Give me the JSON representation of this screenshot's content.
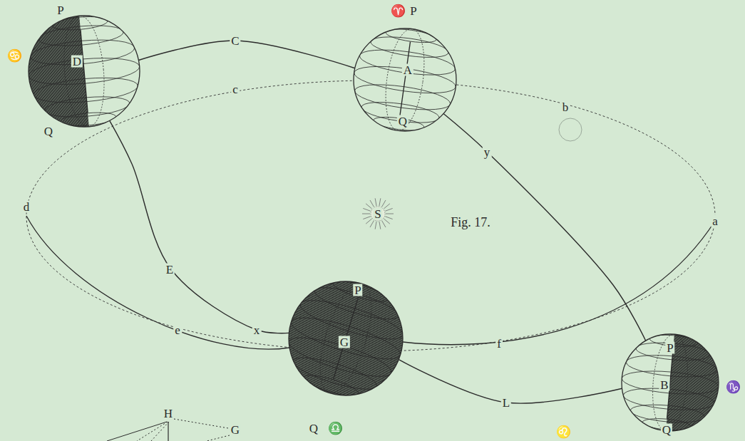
{
  "diagram": {
    "caption": "Fig. 17.",
    "nodes": [
      {
        "text": [
          "P",
          "♋",
          "D",
          "Q"
        ]
      },
      {
        "text": [
          "♈",
          "P",
          "A",
          "Q"
        ]
      },
      {
        "text": [
          "S"
        ]
      },
      {
        "text": [
          "P",
          "G",
          "Q",
          "♎"
        ]
      },
      {
        "text": [
          "P",
          "B",
          "♑",
          "Q"
        ]
      }
    ],
    "edges": [
      {
        "from": 0,
        "to": 1,
        "arrow": "none",
        "label": "C"
      },
      {
        "from": 1,
        "to": 4,
        "arrow": "none",
        "label": "y"
      },
      {
        "from": 3,
        "to": 4,
        "arrow": "none",
        "label": "L"
      },
      {
        "from": 3,
        "to": 0,
        "arrow": "none",
        "label": "x"
      }
    ],
    "labels": [
      "c",
      "b",
      "a",
      "d",
      "e",
      "f",
      "E",
      "♌",
      "H",
      "G"
    ]
  }
}
